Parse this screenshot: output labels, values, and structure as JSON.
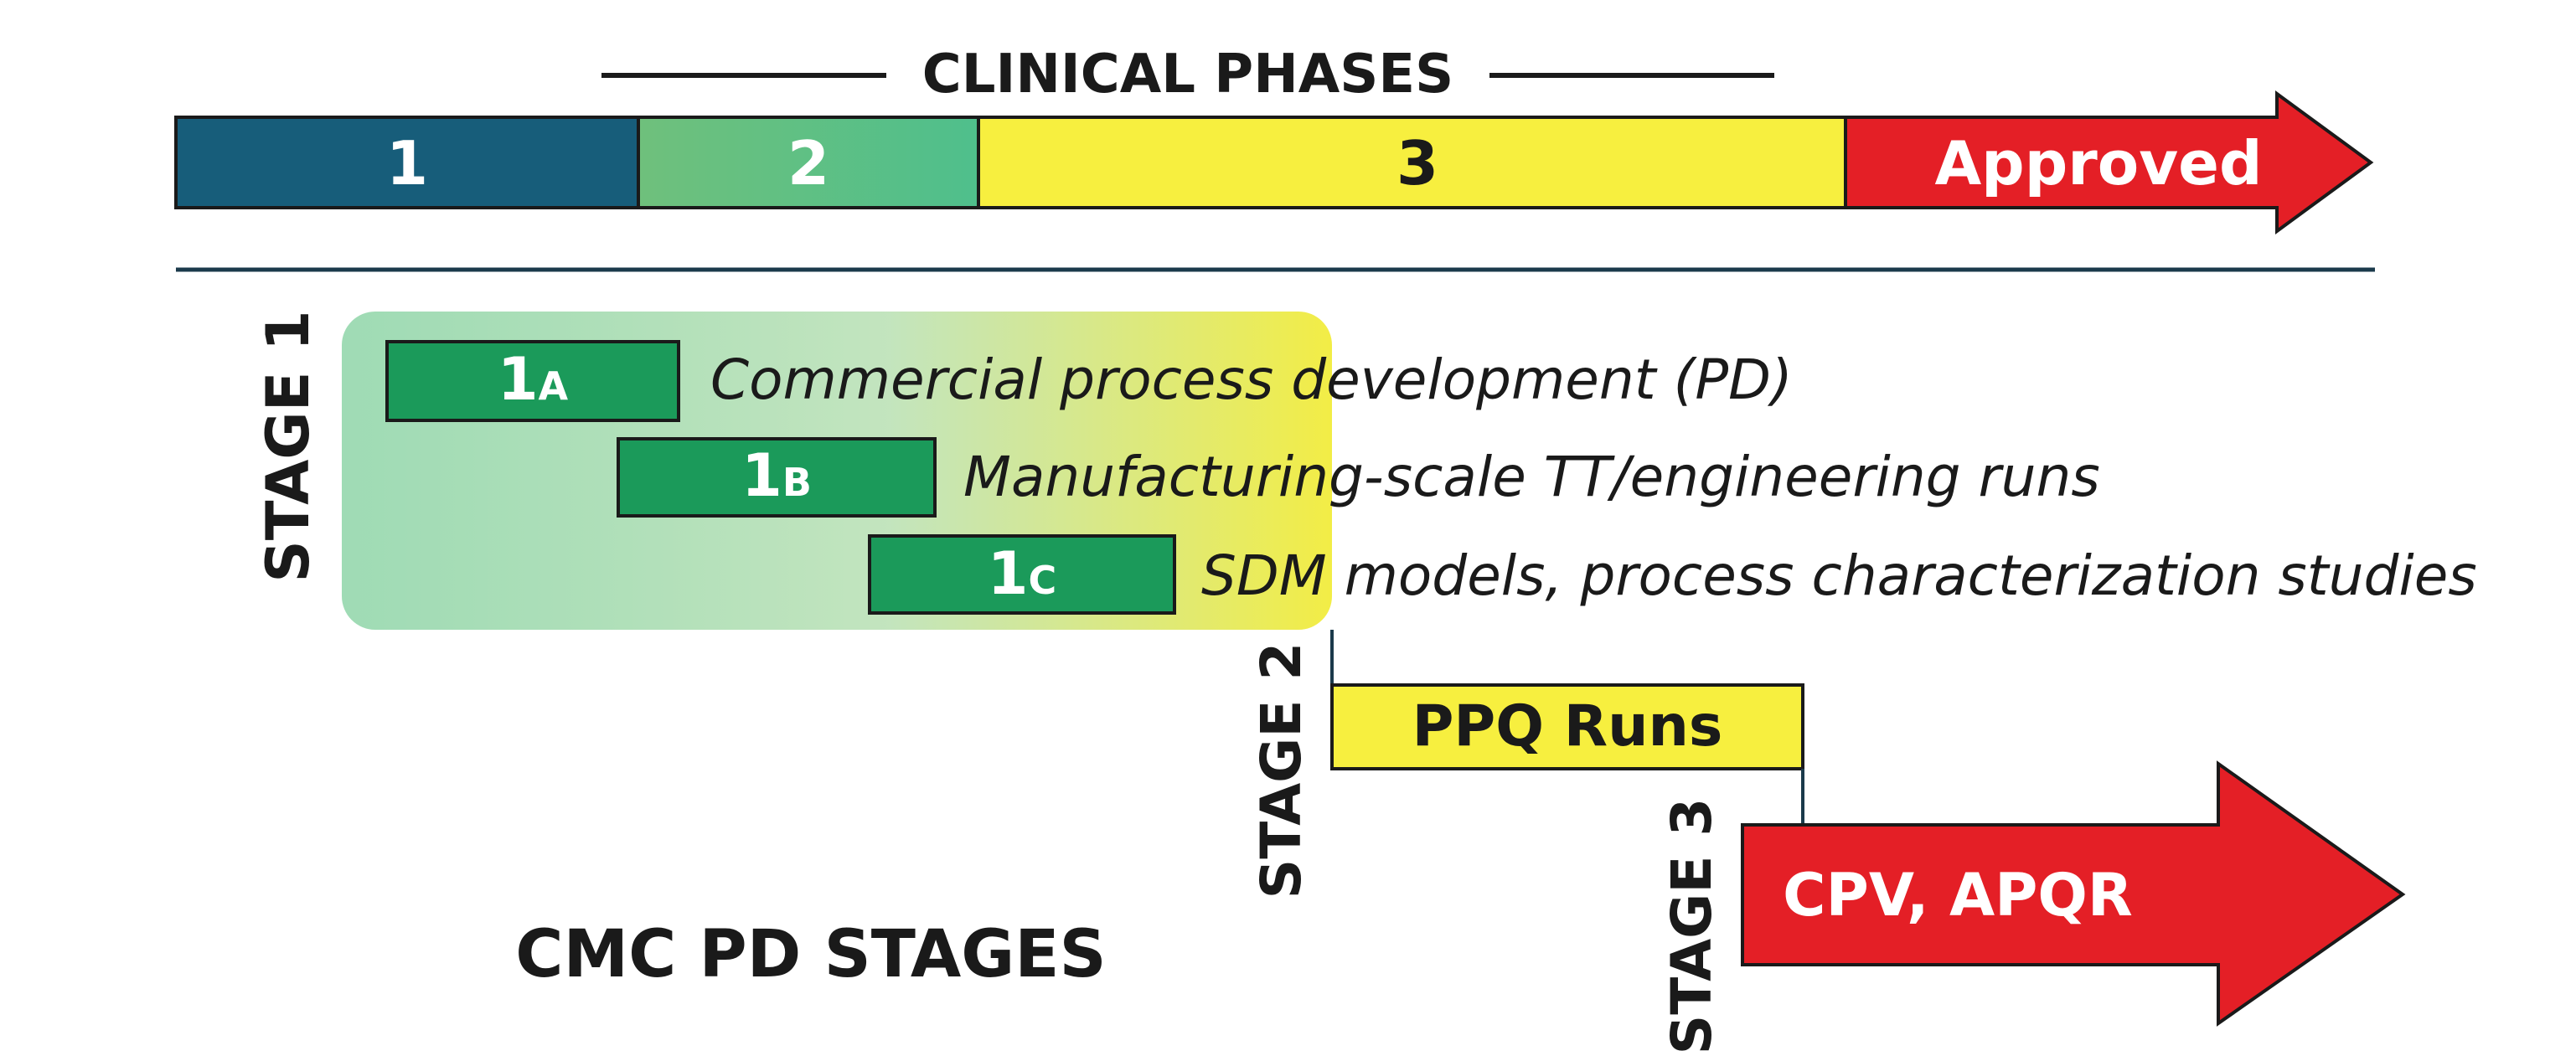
{
  "clinical_phases": {
    "heading": "CLINICAL PHASES",
    "phases": [
      {
        "label": "1",
        "color": "#175d7a"
      },
      {
        "label": "2",
        "color": "#5cbf7e"
      },
      {
        "label": "3",
        "color": "#f7ef3f"
      },
      {
        "label": "Approved",
        "color": "#e41f26"
      }
    ]
  },
  "stage1": {
    "label": "STAGE 1",
    "steps": [
      {
        "code": "1",
        "sub": "A",
        "description": "Commercial process development (PD)"
      },
      {
        "code": "1",
        "sub": "B",
        "description": "Manufacturing-scale TT/engineering runs"
      },
      {
        "code": "1",
        "sub": "C",
        "description": "SDM models, process characterization studies"
      }
    ]
  },
  "stage2": {
    "label": "STAGE 2",
    "box_label": "PPQ Runs"
  },
  "stage3": {
    "label": "STAGE 3",
    "arrow_label": "CPV, APQR"
  },
  "footer_title": "CMC PD STAGES",
  "colors": {
    "step_green": "#1b9a5a",
    "divider": "#1b3a4b",
    "red": "#e41f26",
    "yellow": "#f7ef3f"
  }
}
